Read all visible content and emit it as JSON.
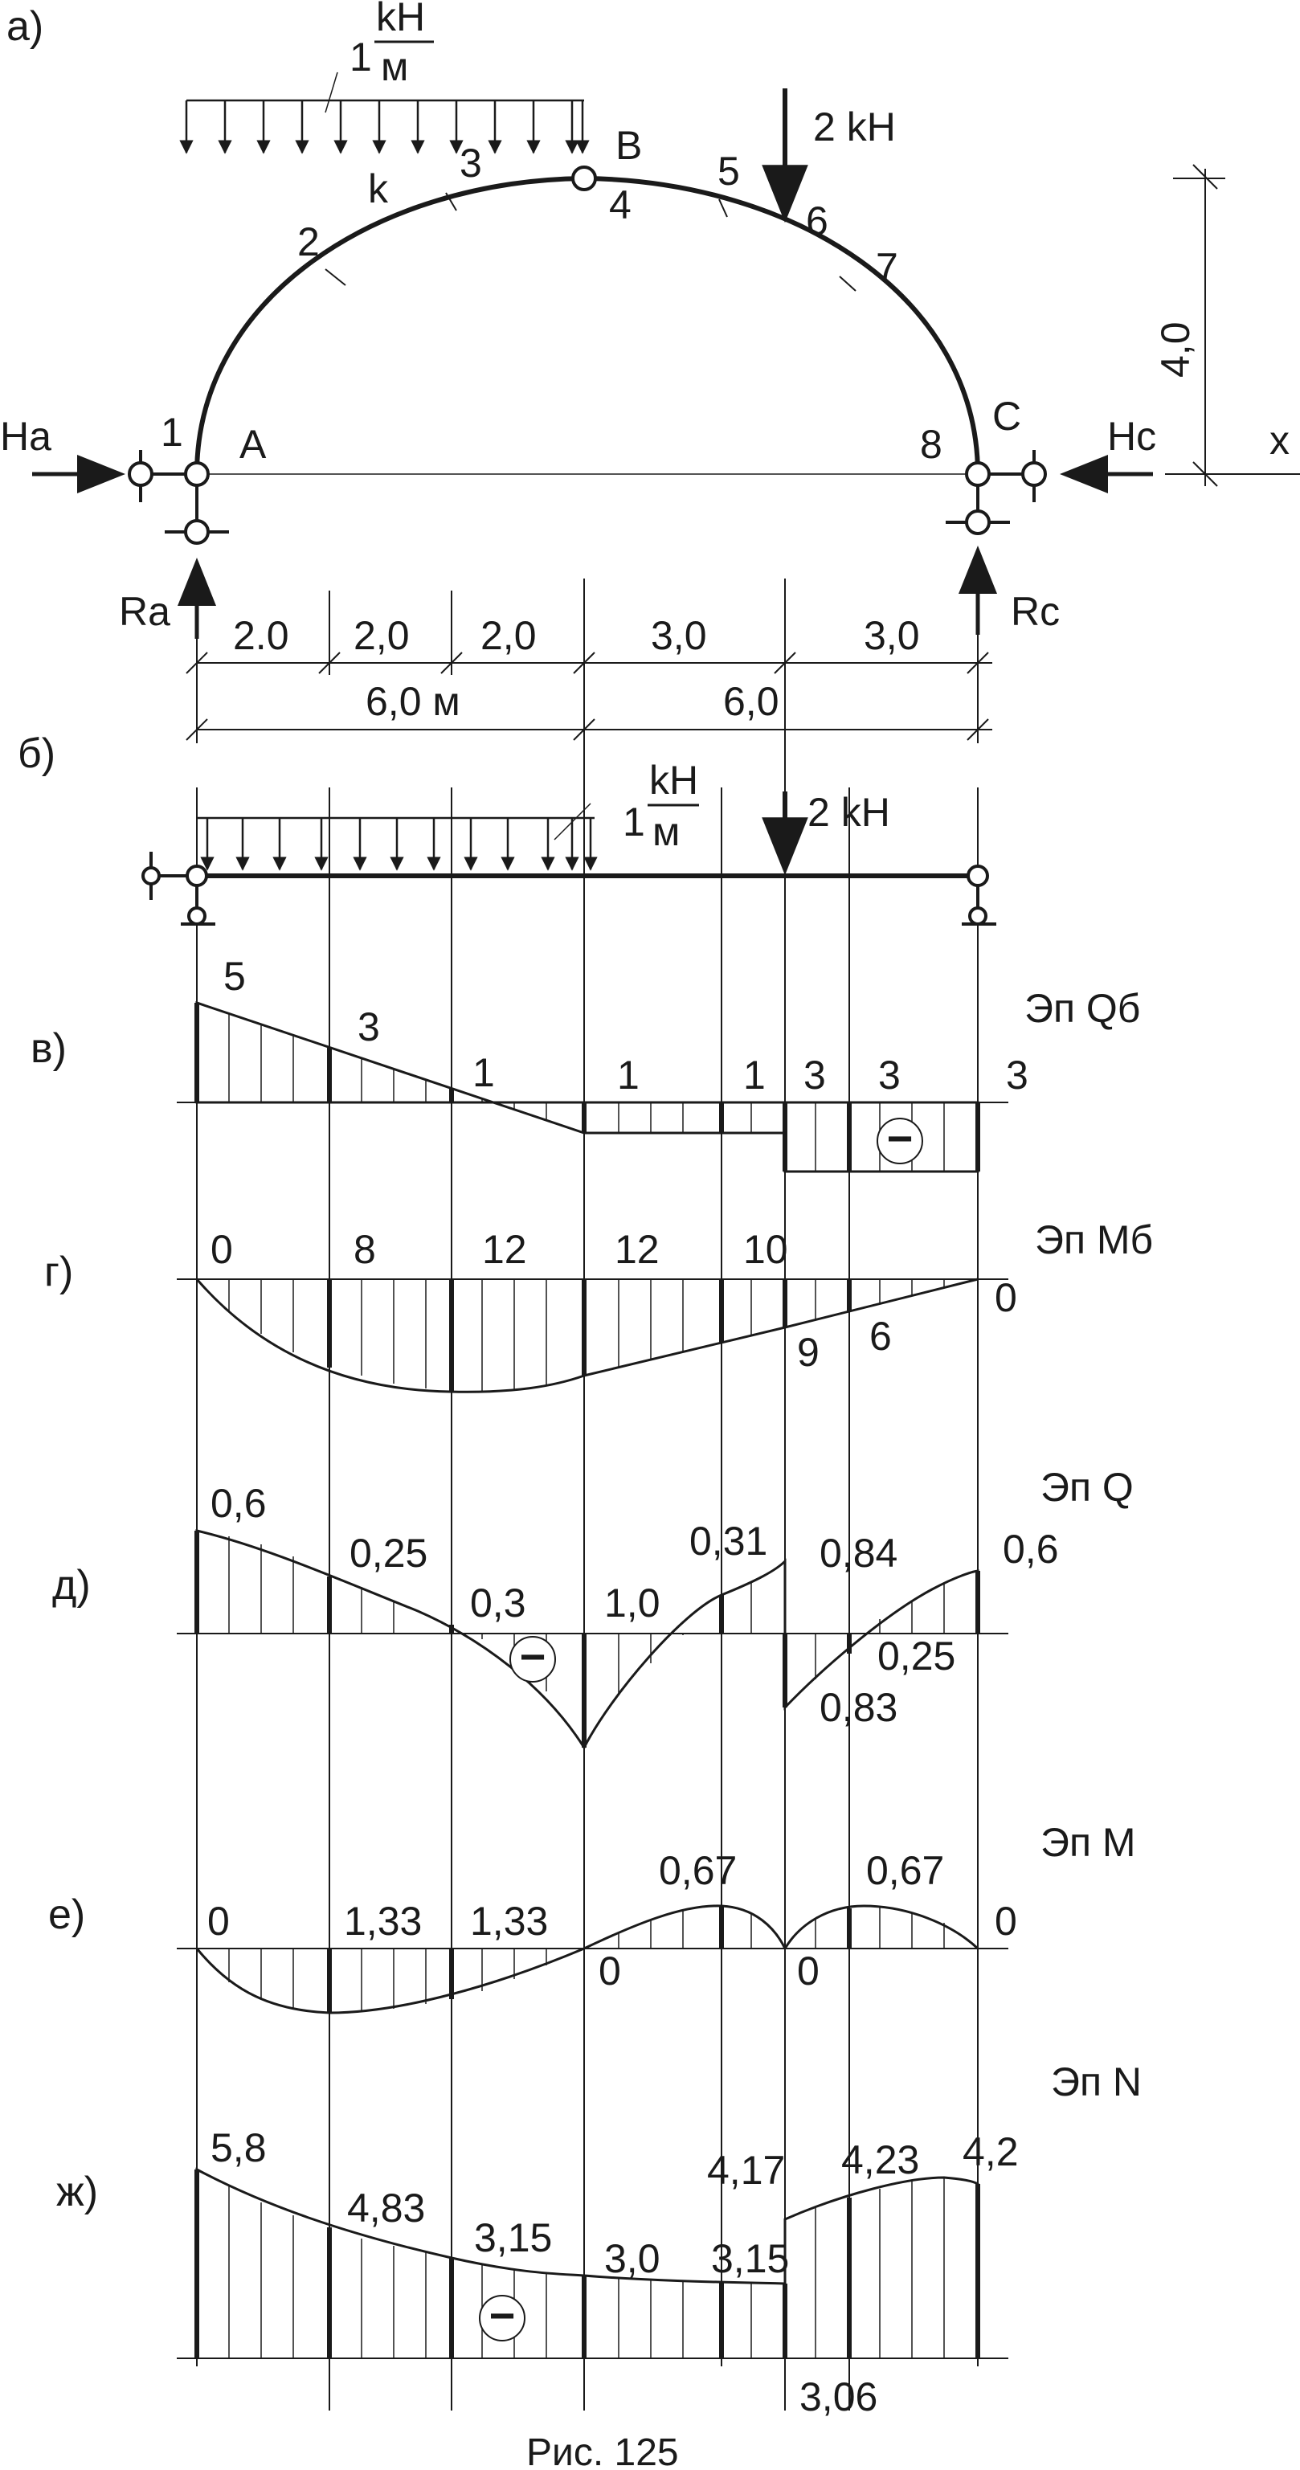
{
  "section_labels": {
    "a": "а)",
    "b": "б)",
    "v": "в)",
    "g": "г)",
    "d": "д)",
    "e": "е)",
    "zh": "ж)"
  },
  "arch": {
    "load_unit_num": "kH",
    "load_unit_den": "м",
    "load_coef": "1",
    "force_label": "2 kH",
    "height_label": "4,0",
    "axis_x": "x",
    "points": {
      "A": "A",
      "B": "B",
      "C": "C",
      "k": "k"
    },
    "point_numbers": [
      "1",
      "2",
      "3",
      "4",
      "5",
      "6",
      "7",
      "8"
    ],
    "reactions": {
      "Ha": "Ha",
      "Hc": "Hc",
      "Ra": "Ra",
      "Rc": "Rc"
    },
    "spans_row1": [
      "2.0",
      "2,0",
      "2,0",
      "3,0",
      "3,0"
    ],
    "spans_row2": [
      "6,0 м",
      "6,0"
    ]
  },
  "beam": {
    "load_unit_num": "kH",
    "load_unit_den": "м",
    "load_coef": "1",
    "force_label": "2 kH"
  },
  "diagrams": {
    "Qb": {
      "title": "Эп Qб",
      "labels": [
        "5",
        "3",
        "1",
        "1",
        "1",
        "3",
        "3",
        "3"
      ],
      "sign": "−"
    },
    "Mb": {
      "title": "Эп Мб",
      "labels": [
        "0",
        "8",
        "12",
        "12",
        "10",
        "9",
        "6",
        "0"
      ]
    },
    "Q": {
      "title": "Эп Q",
      "labels": [
        "0,6",
        "0,25",
        "0,3",
        "1,0",
        "0,31",
        "0,84",
        "0,6",
        "0,25",
        "0,83"
      ],
      "sign": "−"
    },
    "M": {
      "title": "Эп М",
      "labels": [
        "0",
        "1,33",
        "1,33",
        "0,67",
        "0",
        "0",
        "0,67",
        "0"
      ]
    },
    "N": {
      "title": "Эп N",
      "labels": [
        "5,8",
        "4,83",
        "3,15",
        "3,0",
        "3,15",
        "4,17",
        "4,23",
        "4,2",
        "3,06"
      ],
      "sign": "−"
    }
  },
  "caption": "Рис. 125",
  "colors": {
    "ink": "#1a1a1a",
    "background": "#ffffff"
  }
}
